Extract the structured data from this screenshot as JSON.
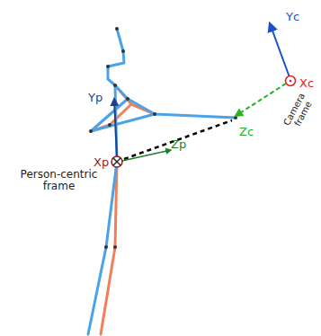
{
  "diagram": {
    "labels": [
      "Yc",
      "Xc",
      "Zc",
      "Camera frame",
      "Yp",
      "Xp",
      "Zp",
      "Person-centric frame"
    ]
  }
}
